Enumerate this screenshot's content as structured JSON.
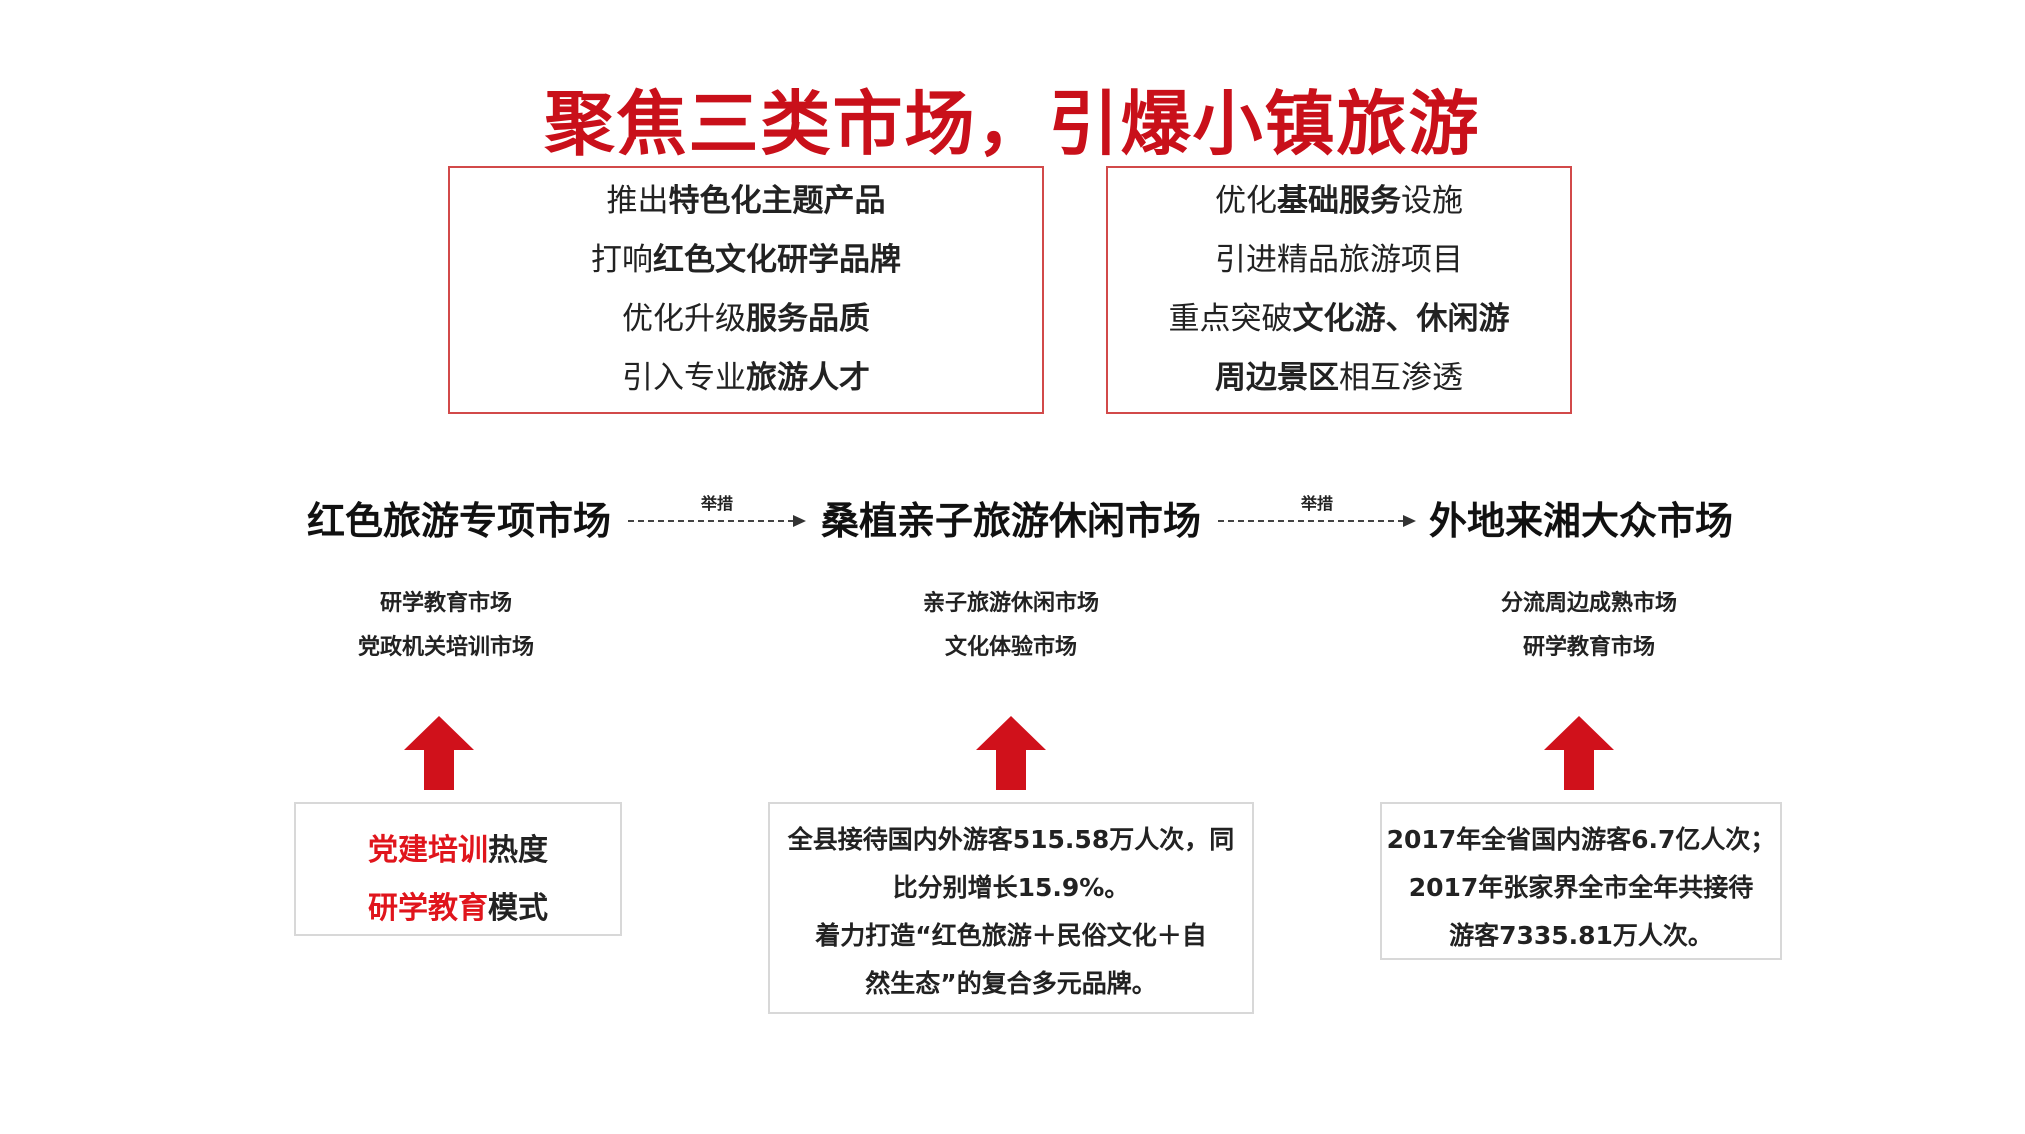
{
  "title": "聚焦三类市场，引爆小镇旅游",
  "measures_left": [
    [
      {
        "t": "推出",
        "b": false
      },
      {
        "t": "特色化主题产品",
        "b": true
      }
    ],
    [
      {
        "t": "打响",
        "b": false
      },
      {
        "t": "红色文化研学品牌",
        "b": true
      }
    ],
    [
      {
        "t": "优化升级",
        "b": false
      },
      {
        "t": "服务品质",
        "b": true
      }
    ],
    [
      {
        "t": "引入专业",
        "b": false
      },
      {
        "t": "旅游人才",
        "b": true
      }
    ]
  ],
  "measures_right": [
    [
      {
        "t": "优化",
        "b": false
      },
      {
        "t": "基础服务",
        "b": true
      },
      {
        "t": "设施",
        "b": false
      }
    ],
    [
      {
        "t": "引进精品旅游项目",
        "b": false
      }
    ],
    [
      {
        "t": "重点突破",
        "b": false
      },
      {
        "t": "文化游、休闲游",
        "b": true
      }
    ],
    [
      {
        "t": "周边景区",
        "b": true
      },
      {
        "t": "相互渗透",
        "b": false
      }
    ]
  ],
  "markets": {
    "m1": "红色旅游专项市场",
    "m2": "桑植亲子旅游休闲市场",
    "m3": "外地来湘大众市场"
  },
  "arrow_label": "举措",
  "sub_markets": {
    "s1": [
      "研学教育市场",
      "党政机关培训市场"
    ],
    "s2": [
      "亲子旅游休闲市场",
      "文化体验市场"
    ],
    "s3": [
      "分流周边成熟市场",
      "研学教育市场"
    ]
  },
  "basis": {
    "b1": [
      [
        {
          "t": "党建培训",
          "red": true
        },
        {
          "t": "热度",
          "red": false
        }
      ],
      [
        {
          "t": "研学教育",
          "red": true
        },
        {
          "t": "模式",
          "red": false
        }
      ]
    ],
    "b2": [
      "全县接待国内外游客515.58万人次，同",
      "比分别增长15.9%。",
      "着力打造“红色旅游＋民俗文化＋自",
      "然生态”的复合多元品牌。"
    ],
    "b3": [
      "2017年全省国内游客6.7亿人次；",
      "2017年张家界全市全年共接待",
      "游客7335.81万人次。"
    ]
  },
  "colors": {
    "accent": "#c9101a",
    "arrow": "#d0111b",
    "box_border": "#d24a4a"
  },
  "icons": {
    "up": "up-arrow-icon",
    "right": "right-arrow-icon"
  }
}
